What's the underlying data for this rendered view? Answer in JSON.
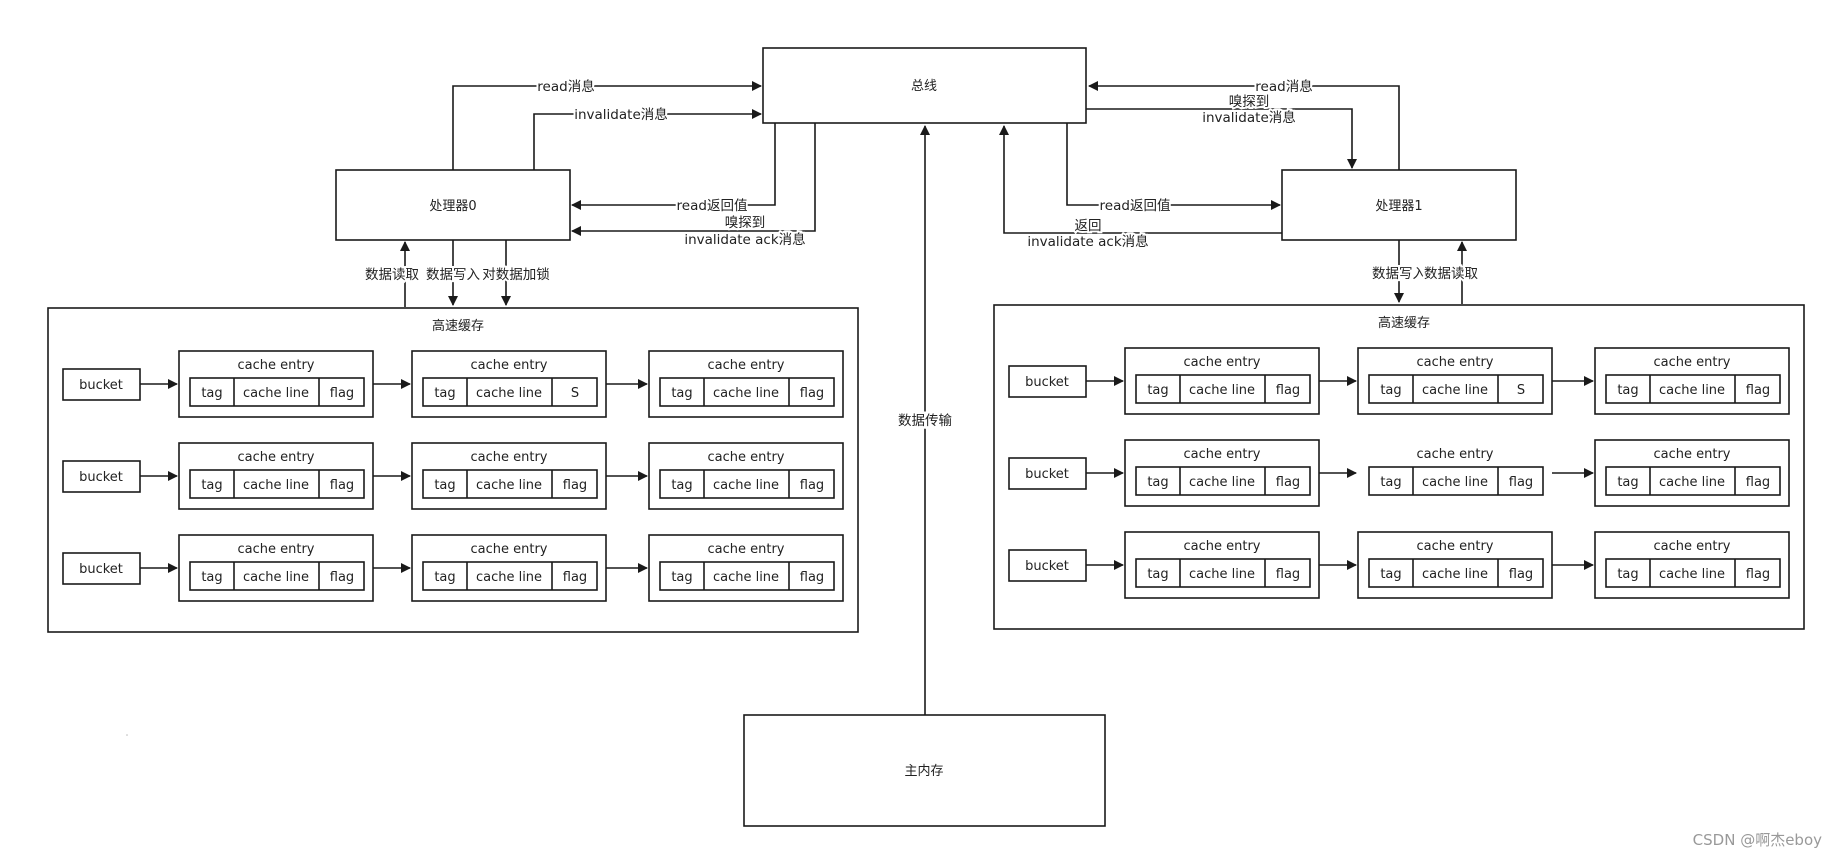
{
  "bus": {
    "label": "总线"
  },
  "memory": {
    "label": "主内存"
  },
  "processor0": {
    "label": "处理器0"
  },
  "processor1": {
    "label": "处理器1"
  },
  "cache0": {
    "title": "高速缓存"
  },
  "cache1": {
    "title": "高速缓存"
  },
  "edges": {
    "p0_read": "read消息",
    "p0_invalidate": "invalidate消息",
    "p0_read_return": "read返回值",
    "p0_snoop_line1": "嗅探到",
    "p0_snoop_line2": "invalidate ack消息",
    "p1_read": "read消息",
    "p1_snoop_line1": "嗅探到",
    "p1_snoop_line2": "invalidate消息",
    "p1_read_return": "read返回值",
    "p1_ack_line1": "返回",
    "p1_ack_line2": "invalidate ack消息",
    "data_transfer": "数据传输",
    "p0_data_read": "数据读取",
    "p0_data_write": "数据写入",
    "p0_lock": "对数据加锁",
    "p1_data_write": "数据写入",
    "p1_data_read": "数据读取"
  },
  "labels": {
    "bucket": "bucket",
    "entry": "cache entry",
    "tag": "tag",
    "line": "cache line",
    "flag": "flag",
    "shared": "S"
  },
  "cache0_rows": [
    [
      "flag",
      "S",
      "flag"
    ],
    [
      "flag",
      "flag",
      "flag"
    ],
    [
      "flag",
      "flag",
      "flag"
    ]
  ],
  "cache1_rows": [
    [
      "flag",
      "S",
      "flag"
    ],
    [
      "flag",
      "flag",
      "flag"
    ],
    [
      "flag",
      "flag",
      "flag"
    ]
  ],
  "watermark": "CSDN @啊杰eboy"
}
